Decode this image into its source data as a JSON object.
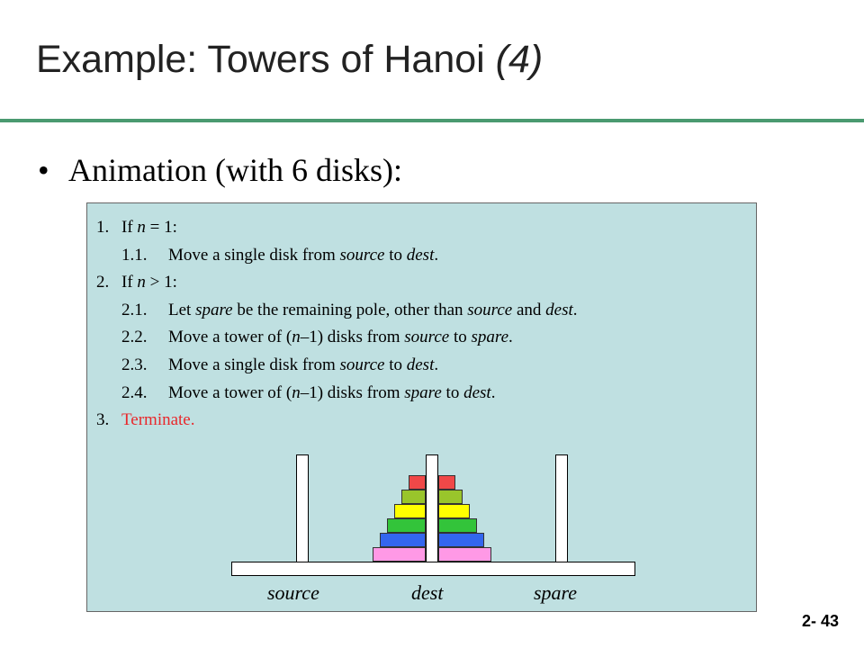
{
  "slide": {
    "title_main": "Example: Towers of Hanoi ",
    "title_part": "(4)",
    "bullet": "Animation (with 6 disks):",
    "page_number": "2- 43"
  },
  "algorithm": {
    "l1_num": "1.",
    "l1_a": "If ",
    "l1_var": "n",
    "l1_b": " = 1:",
    "l11_num": "1.1.",
    "l11_a": "Move a single disk from ",
    "l11_src": "source",
    "l11_b": " to ",
    "l11_dst": "dest",
    "l11_c": ".",
    "l2_num": "2.",
    "l2_a": "If ",
    "l2_var": "n",
    "l2_b": " > 1:",
    "l21_num": "2.1.",
    "l21_a": "Let ",
    "l21_spare": "spare",
    "l21_b": " be the remaining pole, other than ",
    "l21_src": "source",
    "l21_c": " and ",
    "l21_dst": "dest",
    "l21_d": ".",
    "l22_num": "2.2.",
    "l22_a": "Move a tower of (",
    "l22_var": "n",
    "l22_b": "–1) disks from ",
    "l22_src": "source",
    "l22_c": " to ",
    "l22_dst": "spare",
    "l22_d": ".",
    "l23_num": "2.3.",
    "l23_a": "Move a single disk from ",
    "l23_src": "source",
    "l23_b": " to ",
    "l23_dst": "dest",
    "l23_c": ".",
    "l24_num": "2.4.",
    "l24_a": "Move a tower of (",
    "l24_var": "n",
    "l24_b": "–1) disks from ",
    "l24_src": "spare",
    "l24_c": " to ",
    "l24_dst": "dest",
    "l24_d": ".",
    "l3_num": "3.",
    "l3_text": "Terminate."
  },
  "poles": {
    "source_label": "source",
    "dest_label": "dest",
    "spare_label": "spare"
  },
  "disks": {
    "count": 6,
    "current_pole": "dest",
    "colors_top_to_bottom": [
      "#f04848",
      "#99c52b",
      "#ffff00",
      "#33c43a",
      "#3366ee",
      "#ff99e6"
    ]
  }
}
